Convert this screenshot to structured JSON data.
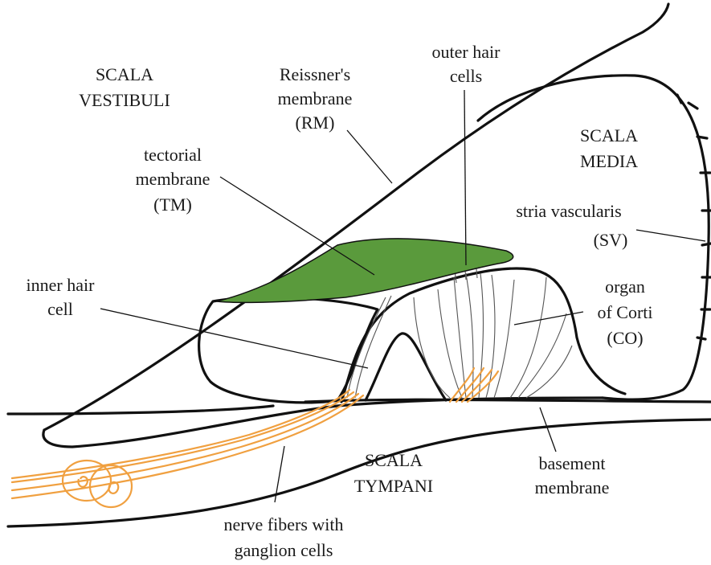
{
  "colors": {
    "tectorial_membrane_fill": "#5a9a3c",
    "nerve_fibers": "#f0a040",
    "outline": "#111111",
    "background": "#ffffff"
  },
  "labels": {
    "scala_vestibuli": [
      "SCALA",
      "VESTIBULI"
    ],
    "reissners_membrane": [
      "Reissner's",
      "membrane",
      "(RM)"
    ],
    "outer_hair_cells": [
      "outer hair",
      "cells"
    ],
    "scala_media": [
      "SCALA",
      "MEDIA"
    ],
    "tectorial_membrane": [
      "tectorial",
      "membrane",
      "(TM)"
    ],
    "stria_vascularis": [
      "stria vascularis",
      "(SV)"
    ],
    "inner_hair_cell": [
      "inner hair",
      "cell"
    ],
    "organ_of_corti": [
      "organ",
      "of Corti",
      "(CO)"
    ],
    "scala_tympani": [
      "SCALA",
      "TYMPANI"
    ],
    "basement_membrane": [
      "basement",
      "membrane"
    ],
    "nerve_fibers": [
      "nerve fibers with",
      "ganglion cells"
    ]
  }
}
